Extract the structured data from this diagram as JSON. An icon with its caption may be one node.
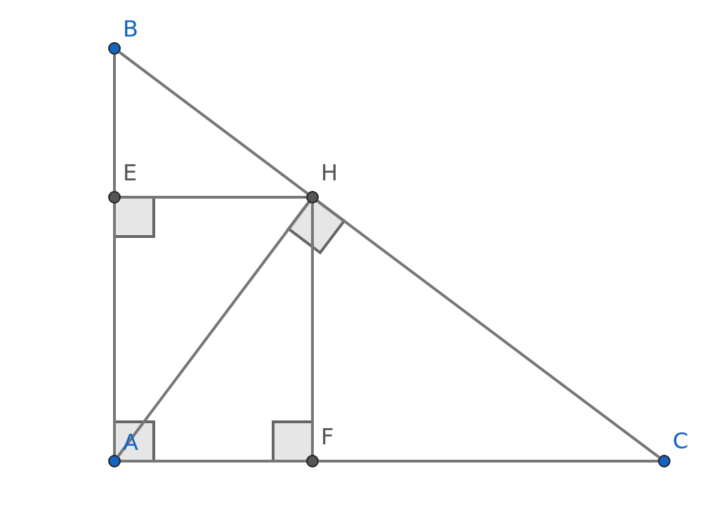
{
  "diagram": {
    "nodes": [
      {
        "text": [
          "B"
        ]
      },
      {
        "text": [
          "E"
        ]
      },
      {
        "text": [
          "H"
        ]
      },
      {
        "text": [
          "A"
        ]
      },
      {
        "text": [
          "F"
        ]
      },
      {
        "text": [
          "C"
        ]
      }
    ],
    "edges": [
      {
        "from": 0,
        "to": 1,
        "arrow": "none"
      },
      {
        "from": 1,
        "to": 3,
        "arrow": "none"
      },
      {
        "from": 0,
        "to": 2,
        "arrow": "none"
      },
      {
        "from": 2,
        "to": 5,
        "arrow": "none"
      },
      {
        "from": 1,
        "to": 2,
        "arrow": "none"
      },
      {
        "from": 3,
        "to": 2,
        "arrow": "none"
      },
      {
        "from": 2,
        "to": 4,
        "arrow": "none"
      },
      {
        "from": 3,
        "to": 4,
        "arrow": "none"
      },
      {
        "from": 4,
        "to": 5,
        "arrow": "none"
      }
    ]
  }
}
